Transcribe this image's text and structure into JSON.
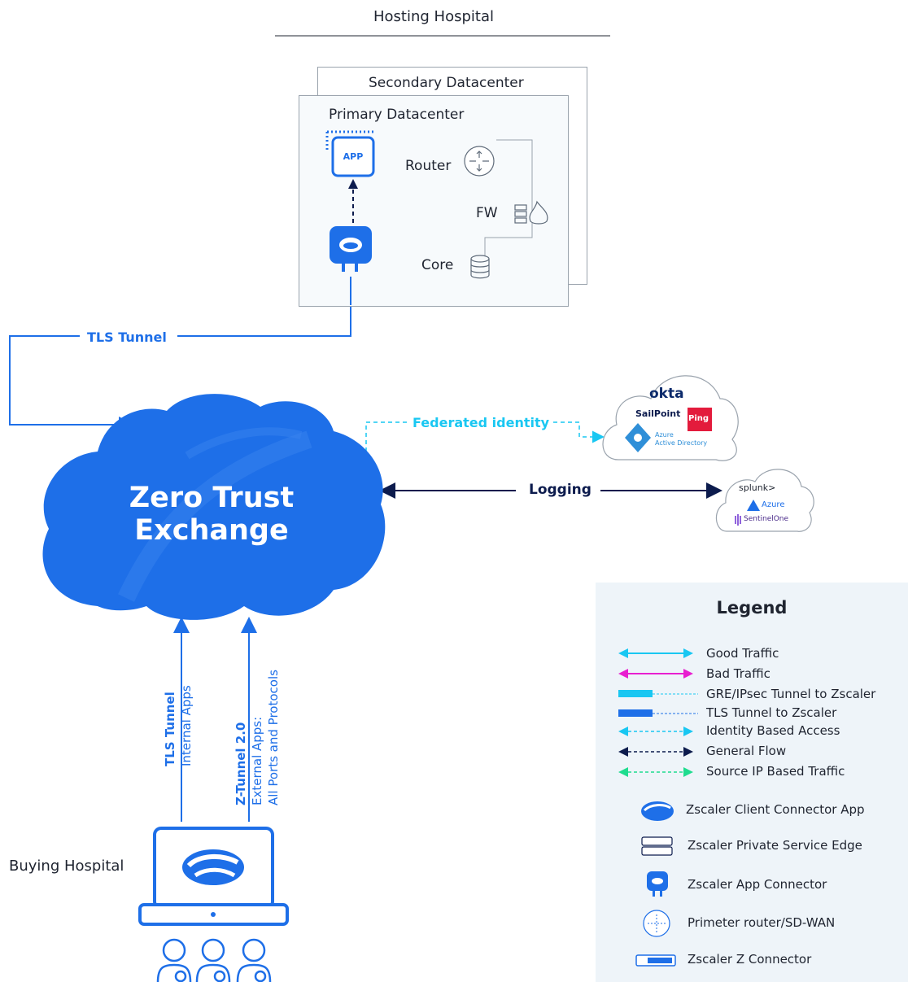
{
  "hosting": {
    "title": "Hosting Hospital",
    "secondary_dc": "Secondary Datacenter",
    "primary_dc": "Primary Datacenter",
    "app_label": "APP",
    "router": "Router",
    "fw": "FW",
    "core": "Core"
  },
  "links": {
    "tls_tunnel_top": "TLS Tunnel",
    "federated_identity": "Federated identity",
    "logging": "Logging"
  },
  "cloud": {
    "line1": "Zero Trust",
    "line2": "Exchange"
  },
  "identity_providers": {
    "okta": "okta",
    "sailpoint": "SailPoint",
    "ping": "Ping",
    "azure_ad_1": "Azure",
    "azure_ad_2": "Active Directory"
  },
  "logging_providers": {
    "splunk": "splunk>",
    "azure": "Azure",
    "sentinelone": "SentinelOne"
  },
  "buying": {
    "label": "Buying Hospital",
    "tunnel1_title": "TLS Tunnel",
    "tunnel1_sub": "Internal Apps",
    "tunnel2_title": "Z-Tunnel 2.0",
    "tunnel2_sub1": "External Apps:",
    "tunnel2_sub2": "All Ports and Protocols"
  },
  "legend": {
    "title": "Legend",
    "items": [
      {
        "label": "Good Traffic",
        "color": "#19c7f2"
      },
      {
        "label": "Bad Traffic",
        "color": "#e81fd0"
      },
      {
        "label": "GRE/IPsec Tunnel to Zscaler",
        "color": "#19c7f2"
      },
      {
        "label": "TLS Tunnel to Zscaler",
        "color": "#1e6fe8"
      },
      {
        "label": "Identity Based Access",
        "color": "#19c7f2"
      },
      {
        "label": "General Flow",
        "color": "#0c1b4d"
      },
      {
        "label": "Source IP Based Traffic",
        "color": "#1fdc8f"
      }
    ],
    "icons": [
      {
        "label": "Zscaler Client Connector App",
        "icon": "zscaler-logo-icon"
      },
      {
        "label": "Zscaler Private Service Edge",
        "icon": "service-edge-icon"
      },
      {
        "label": "Zscaler App Connector",
        "icon": "app-connector-icon"
      },
      {
        "label": "Primeter router/SD-WAN",
        "icon": "router-icon"
      },
      {
        "label": "Zscaler Z Connector",
        "icon": "z-connector-icon"
      }
    ]
  },
  "colors": {
    "brand_blue": "#1e6fe8",
    "cyan": "#19c7f2",
    "navy": "#0c1b4d",
    "magenta": "#e81fd0",
    "green": "#1fdc8f"
  }
}
